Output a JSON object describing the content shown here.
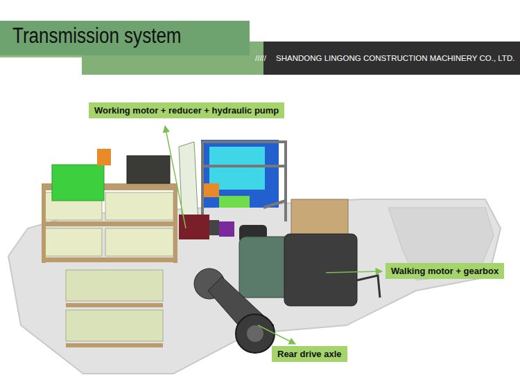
{
  "diagram": {
    "title": "Transmission system",
    "nodes": [
      {
        "text": [
          "Working motor + reducer + hydraulic pump"
        ]
      },
      {
        "text": [
          "Walking motor + gearbox"
        ]
      },
      {
        "text": [
          "Rear drive axle"
        ]
      }
    ],
    "labels": [
      "/////",
      "SHANDONG LINGONG CONSTRUCTION MACHINERY CO., LTD."
    ]
  }
}
